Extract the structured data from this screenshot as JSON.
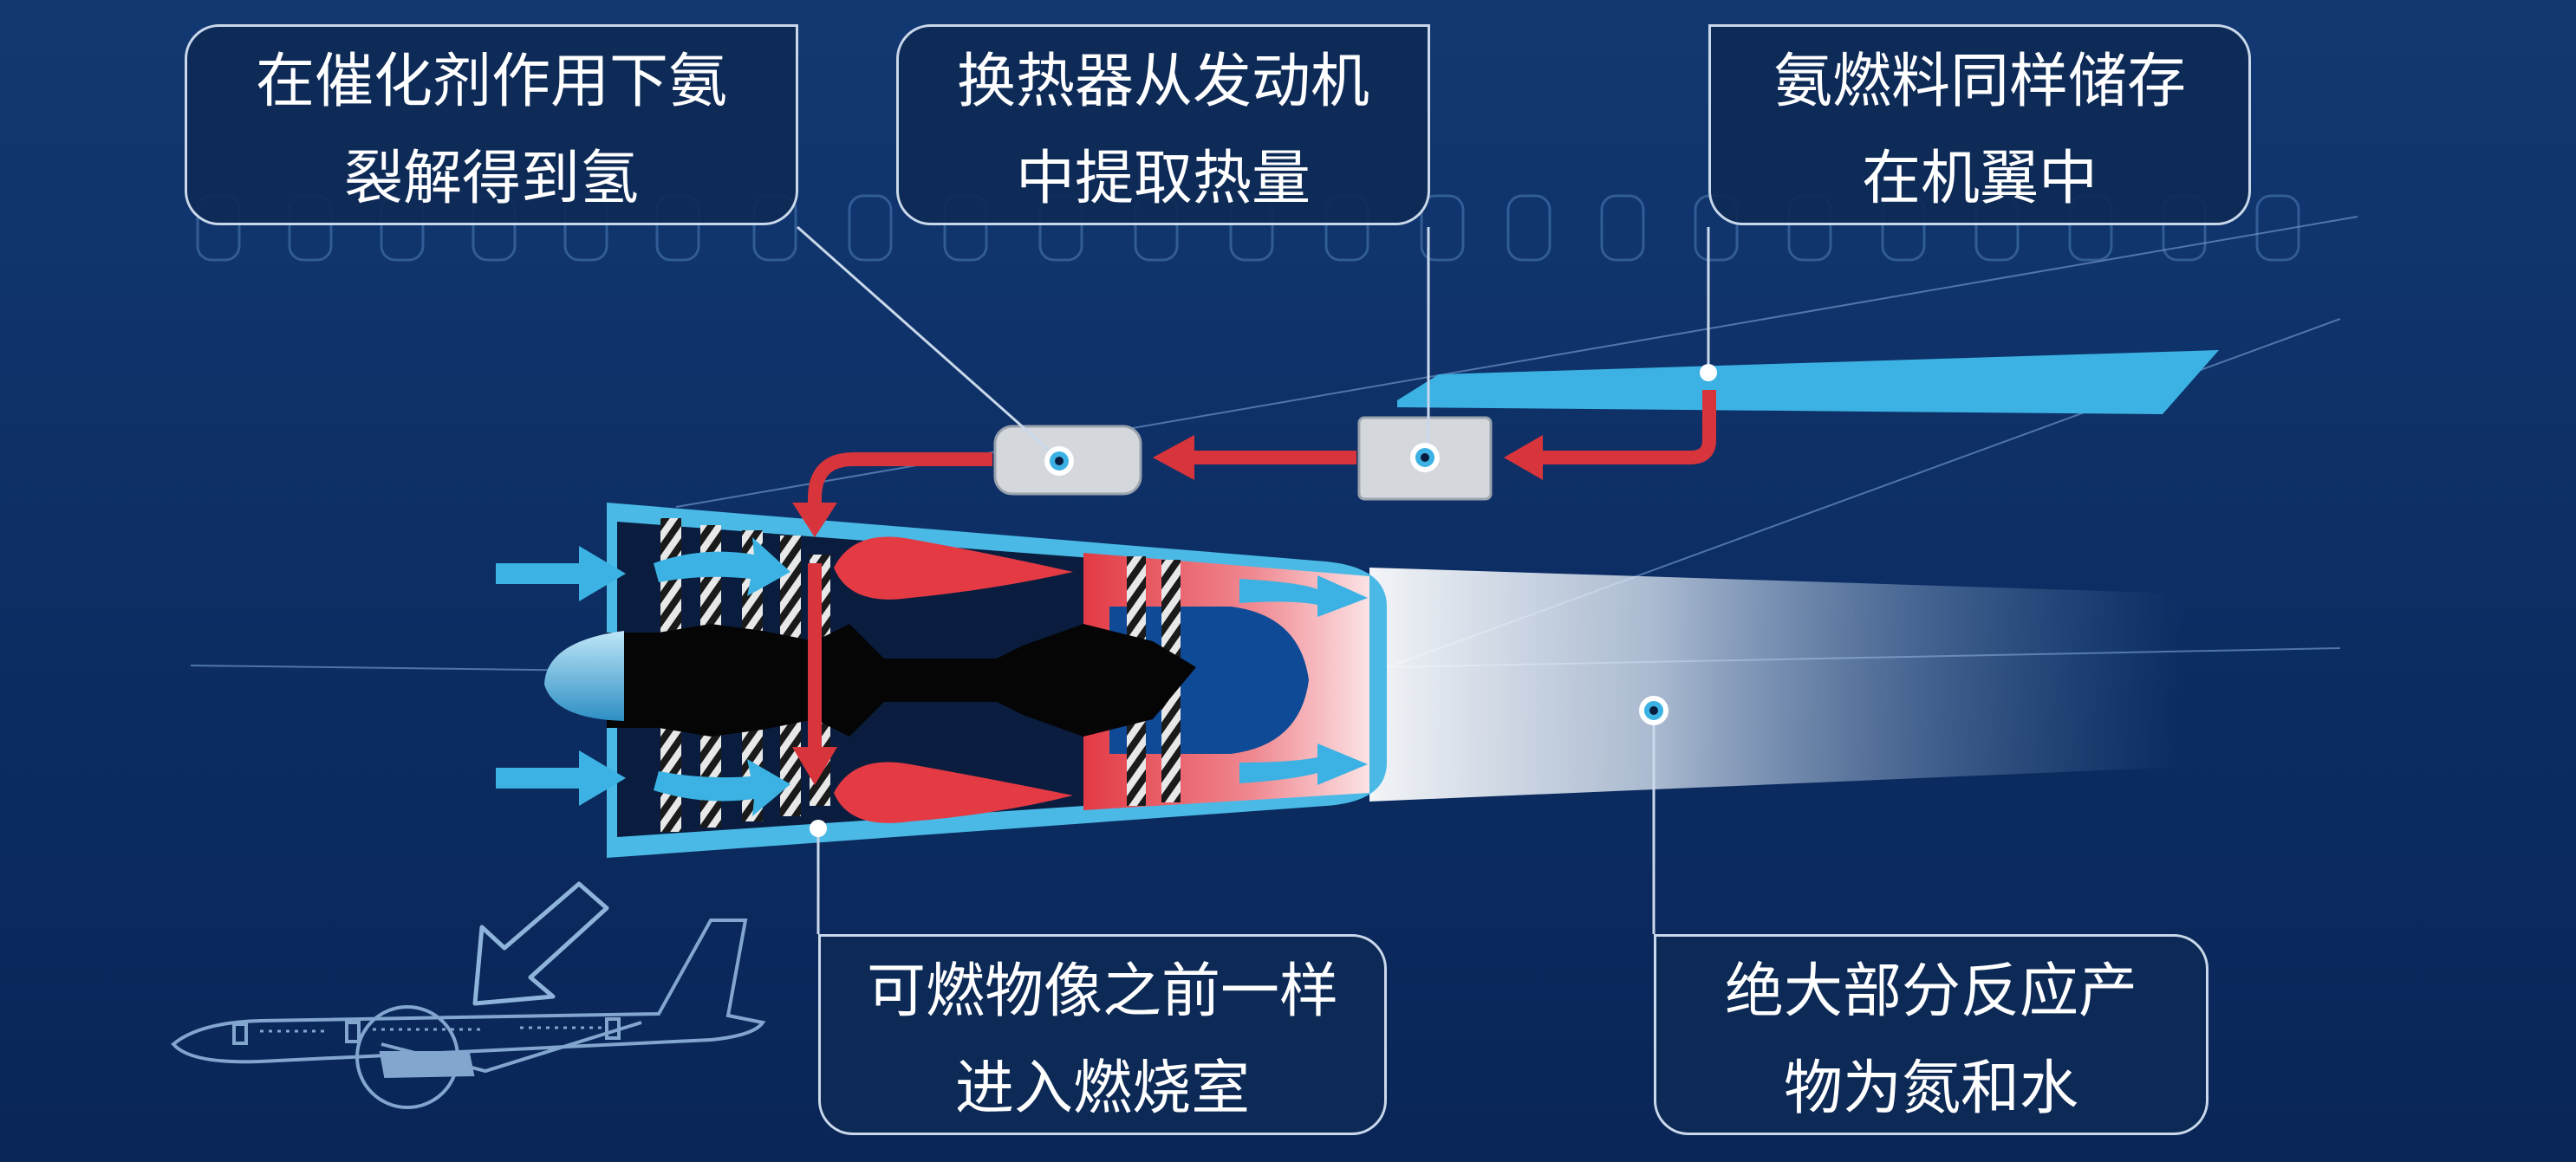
{
  "callouts": {
    "catalyst": {
      "line1": "在催化剂作用下氨",
      "line2": "裂解得到氢"
    },
    "heat_exchanger": {
      "line1": "换热器从发动机",
      "line2": "中提取热量"
    },
    "fuel_storage": {
      "line1": "氨燃料同样储存",
      "line2": "在机翼中"
    },
    "combustion": {
      "line1": "可燃物像之前一样",
      "line2": "进入燃烧室"
    },
    "products": {
      "line1": "绝大部分反应产",
      "line2": "物为氮和水"
    }
  },
  "colors": {
    "background": "#0e3168",
    "accent_cyan": "#3bb2e3",
    "flow_red": "#d8343c",
    "component_gray": "#d4d8dd",
    "callout_border": "#c9d8ea"
  },
  "icons": [
    "flow-arrow-icon",
    "leader-dot-icon",
    "pointer-arrow-icon",
    "airplane-icon"
  ]
}
